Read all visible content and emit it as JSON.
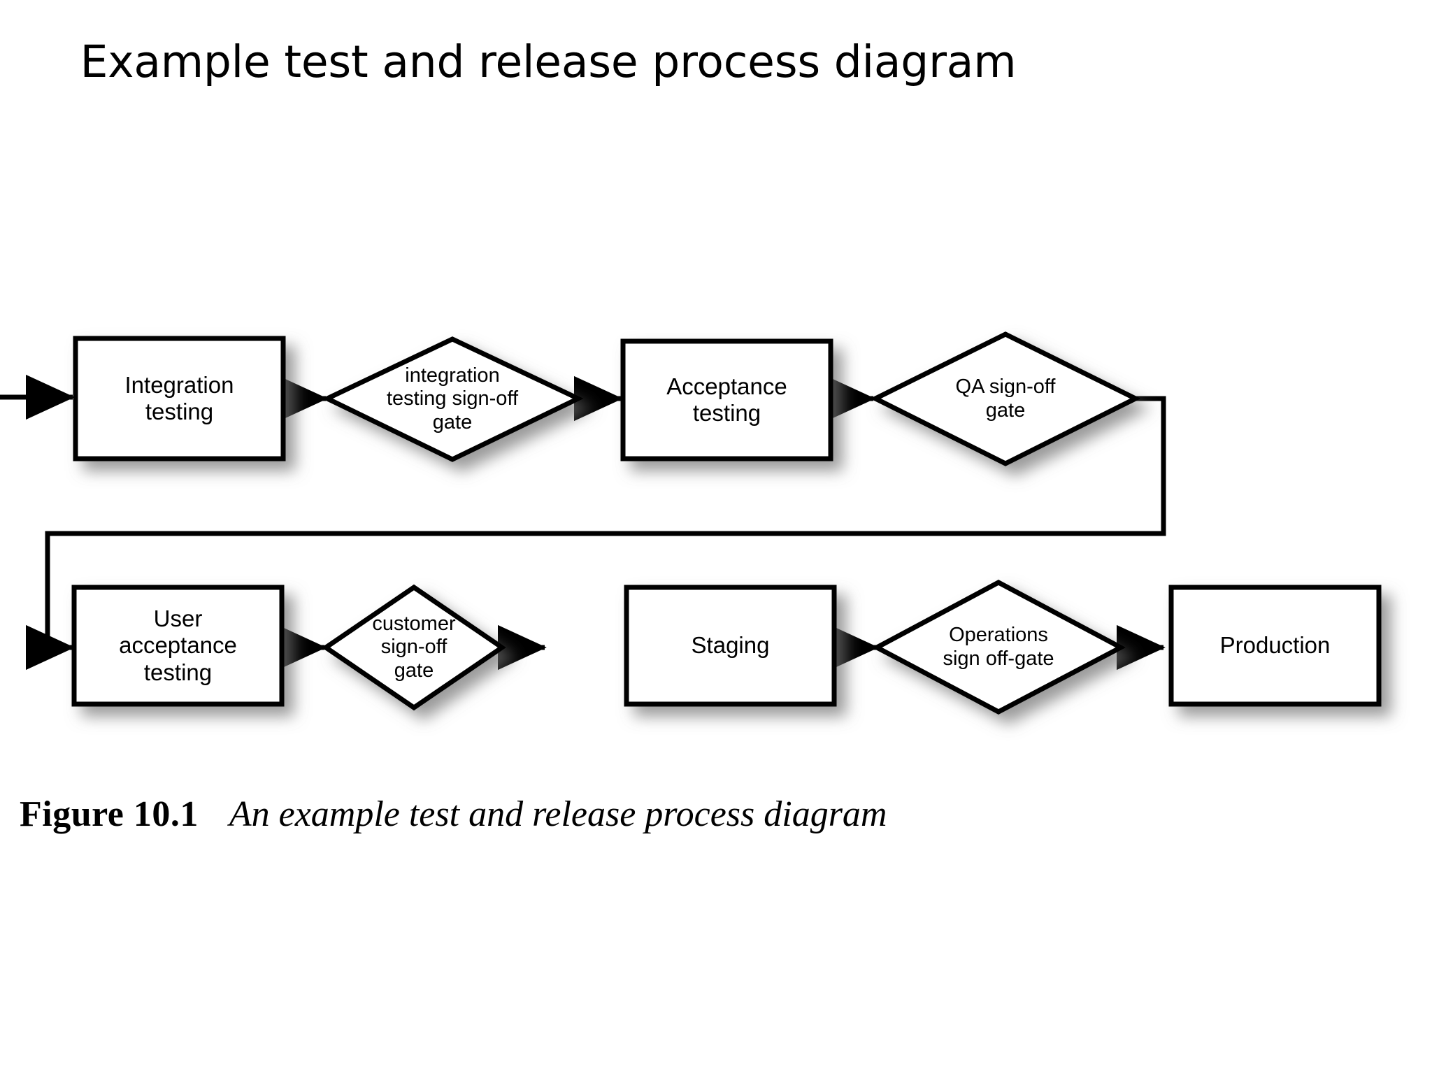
{
  "slide": {
    "title": "Example test and release process diagram"
  },
  "caption": {
    "figure_number": "Figure 10.1",
    "figure_text": "An example test and release process diagram"
  },
  "diagram": {
    "type": "flowchart",
    "orientation": "left-to-right, two rows with wrap",
    "stroke_color": "#000000",
    "fill_color": "#ffffff",
    "shadow_color": "#9a9a9a",
    "nodes": [
      {
        "id": "integration-testing",
        "shape": "process",
        "label": "Integration\ntesting",
        "row": 1,
        "order": 1
      },
      {
        "id": "integration-gate",
        "shape": "decision",
        "label": "integration\ntesting sign-off\ngate",
        "row": 1,
        "order": 2
      },
      {
        "id": "acceptance-testing",
        "shape": "process",
        "label": "Acceptance\ntesting",
        "row": 1,
        "order": 3
      },
      {
        "id": "qa-sign-off-gate",
        "shape": "decision",
        "label": "QA sign-off\ngate",
        "row": 1,
        "order": 4
      },
      {
        "id": "user-acceptance-testing",
        "shape": "process",
        "label": "User\nacceptance\ntesting",
        "row": 2,
        "order": 1
      },
      {
        "id": "customer-sign-off-gate",
        "shape": "decision",
        "label": "customer\nsign-off\ngate",
        "row": 2,
        "order": 2
      },
      {
        "id": "staging",
        "shape": "process",
        "label": "Staging",
        "row": 2,
        "order": 3
      },
      {
        "id": "operations-sign-off-gate",
        "shape": "decision",
        "label": "Operations\nsign off-gate",
        "row": 2,
        "order": 4
      },
      {
        "id": "production",
        "shape": "process",
        "label": "Production",
        "row": 2,
        "order": 5
      }
    ],
    "edges": [
      {
        "from": "external-input",
        "to": "integration-testing",
        "arrow": true
      },
      {
        "from": "integration-testing",
        "to": "integration-gate",
        "arrow": true
      },
      {
        "from": "integration-gate",
        "to": "acceptance-testing",
        "arrow": true
      },
      {
        "from": "acceptance-testing",
        "to": "qa-sign-off-gate",
        "arrow": true
      },
      {
        "from": "qa-sign-off-gate",
        "to": "user-acceptance-testing",
        "arrow": true,
        "style": "wrap-around"
      },
      {
        "from": "user-acceptance-testing",
        "to": "customer-sign-off-gate",
        "arrow": true
      },
      {
        "from": "customer-sign-off-gate",
        "to": "staging",
        "arrow": true
      },
      {
        "from": "staging",
        "to": "operations-sign-off-gate",
        "arrow": true
      },
      {
        "from": "operations-sign-off-gate",
        "to": "production",
        "arrow": true
      }
    ]
  }
}
